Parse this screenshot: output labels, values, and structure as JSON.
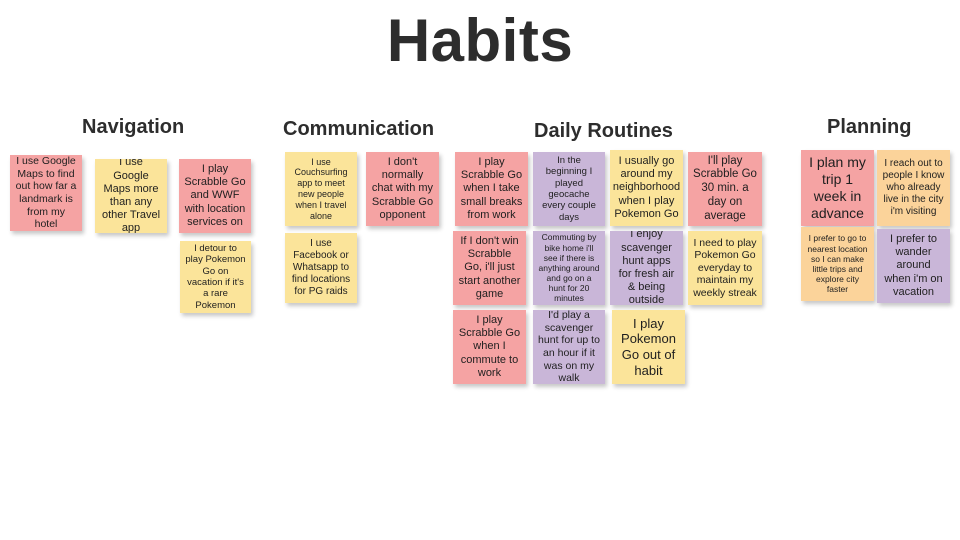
{
  "board": {
    "title": "Habits",
    "categories": {
      "navigation": "Navigation",
      "communication": "Communication",
      "daily_routines": "Daily Routines",
      "planning": "Planning"
    }
  },
  "colors": {
    "pink": "#f5a3a3",
    "yellow": "#fbe49a",
    "orange": "#fbd39a",
    "purple": "#c9b6d8"
  },
  "notes": {
    "nav1": "I use Google Maps to find out how far a landmark is from my hotel",
    "nav2": "I use Google Maps more than any other Travel app",
    "nav3": "I play Scrabble Go and WWF with location services on",
    "nav4": "I detour to play Pokemon Go on vacation if it's a rare Pokemon",
    "com1": "I use Couchsurfing app to meet new people when I travel alone",
    "com2": "I don't normally chat with my Scrabble Go opponent",
    "com3": "I use Facebook or Whatsapp to find locations for PG raids",
    "dr1": "I play Scrabble Go when I take small breaks from work",
    "dr2": "In the beginning I played geocache every couple days",
    "dr3": "I usually go around my neighborhood when I play Pokemon Go",
    "dr4": "I'll play Scrabble Go 30 min. a day on average",
    "dr5": "If I don't win Scrabble Go, i'll just start another game",
    "dr6": "Commuting by bike home i'll see if there is anything around and go on a hunt for 20 minutes",
    "dr7": "I enjoy scavenger hunt apps for fresh air & being outside",
    "dr8": "I need to play Pokemon Go everyday to maintain my weekly streak",
    "dr9": "I play Scrabble Go when I commute to work",
    "dr10": "I'd play a scavenger hunt for up to an hour if it was on my walk",
    "dr11": "I play Pokemon Go out of habit",
    "pl1": "I plan my trip 1 week in advance",
    "pl2": "I reach out to people I know who already live in the city i'm visiting",
    "pl3": "I prefer to go to nearest location so I can make little trips and explore city faster",
    "pl4": "I prefer to wander around when i'm on vacation"
  }
}
